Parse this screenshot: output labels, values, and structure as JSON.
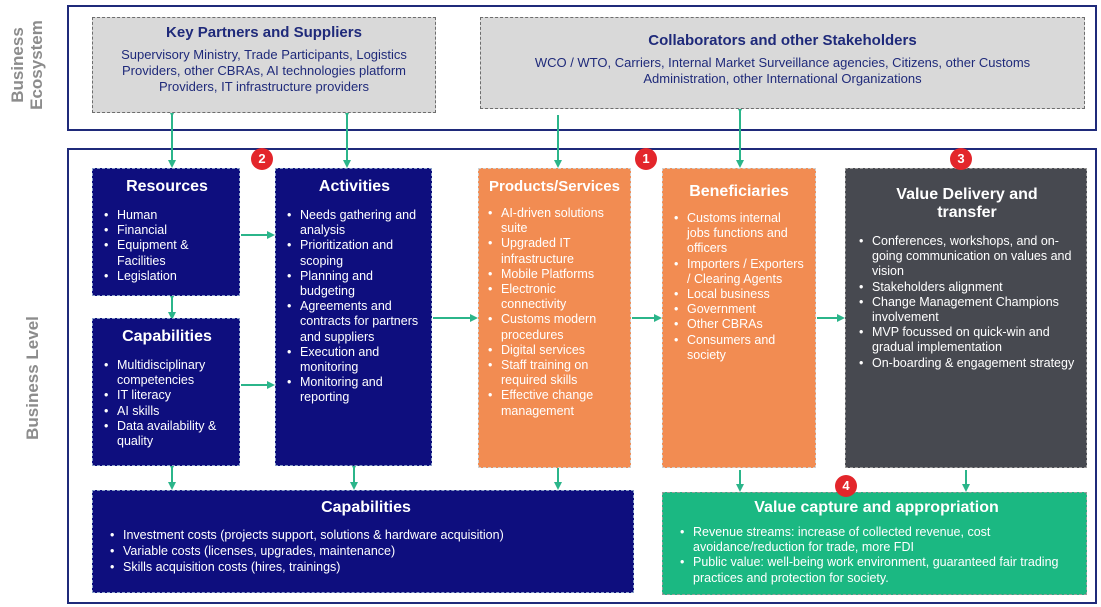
{
  "side_labels": {
    "ecosystem": [
      "Business",
      "Ecosystem"
    ],
    "level": "Business Level"
  },
  "key_partners": {
    "title": "Key Partners and Suppliers",
    "text": "Supervisory Ministry, Trade Participants, Logistics Providers, other CBRAs, AI technologies platform Providers, IT infrastructure providers"
  },
  "collaborators": {
    "title": "Collaborators and other Stakeholders",
    "text": "WCO / WTO, Carriers, Internal Market Surveillance agencies, Citizens, other Customs Administration, other International Organizations"
  },
  "resources": {
    "title": "Resources",
    "items": [
      "Human",
      "Financial",
      "Equipment & Facilities",
      "Legislation"
    ]
  },
  "capabilities": {
    "title": "Capabilities",
    "items": [
      "Multidisciplinary competencies",
      "IT literacy",
      "AI skills",
      "Data availability & quality"
    ]
  },
  "activities": {
    "title": "Activities",
    "items": [
      "Needs gathering and analysis",
      "Prioritization and scoping",
      "Planning and budgeting",
      "Agreements and contracts for partners and suppliers",
      "Execution and monitoring",
      "Monitoring and reporting"
    ]
  },
  "products": {
    "title": "Products/Services",
    "items": [
      "AI-driven solutions suite",
      "Upgraded IT infrastructure",
      "Mobile Platforms",
      "Electronic connectivity",
      "Customs modern procedures",
      "Digital services",
      "Staff training on required skills",
      "Effective change management"
    ]
  },
  "beneficiaries": {
    "title": "Beneficiaries",
    "items": [
      "Customs internal jobs functions and officers",
      "Importers / Exporters / Clearing Agents",
      "Local business",
      "Government",
      "Other CBRAs",
      "Consumers and society"
    ]
  },
  "value_delivery": {
    "title": "Value Delivery and transfer",
    "items": [
      "Conferences, workshops, and on-going communication on values and vision",
      "Stakeholders alignment",
      "Change Management Champions involvement",
      "MVP focussed on quick-win and gradual implementation",
      "On-boarding & engagement strategy"
    ]
  },
  "costs": {
    "title": "Capabilities",
    "items": [
      "Investment costs (projects support, solutions & hardware acquisition)",
      "Variable costs (licenses, upgrades, maintenance)",
      "Skills acquisition costs (hires, trainings)"
    ]
  },
  "value_capture": {
    "title": "Value capture and appropriation",
    "items": [
      "Revenue streams: increase of collected revenue, cost avoidance/reduction for trade, more FDI",
      "Public value: well-being work environment, guaranteed fair trading practices and protection for  society."
    ]
  },
  "badges": [
    "1",
    "2",
    "3",
    "4"
  ],
  "colors": {
    "navy": "#0e0e7e",
    "orange": "#f28c52",
    "dark": "#474950",
    "green": "#1bb882",
    "gray": "#d9d9d9",
    "arrow": "#2bb58a",
    "badge": "#e3262b",
    "frame": "#1f2a7a"
  }
}
